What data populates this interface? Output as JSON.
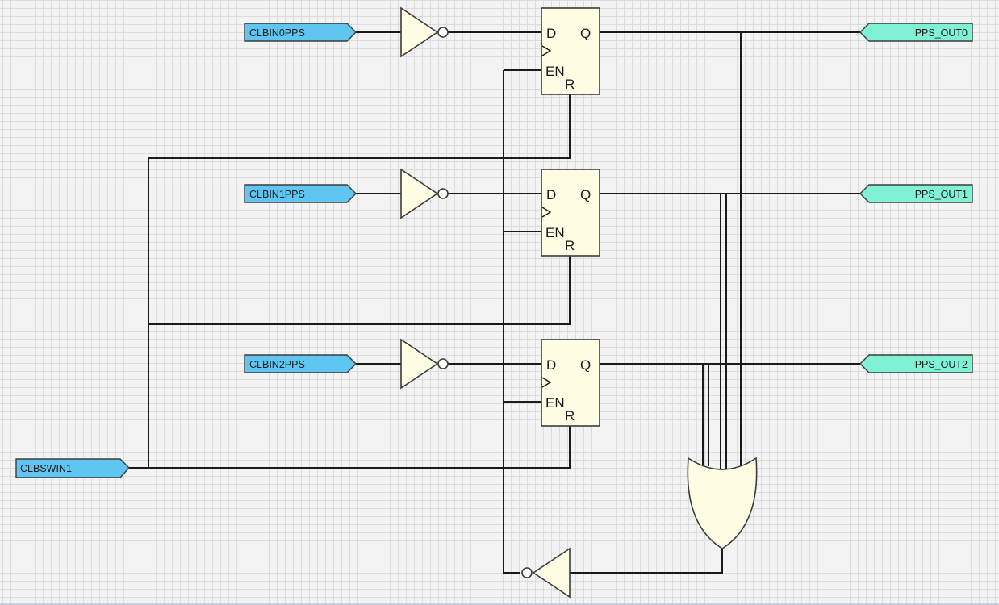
{
  "inputs": {
    "in0": "CLBIN0PPS",
    "in1": "CLBIN1PPS",
    "in2": "CLBIN2PPS",
    "sw": "CLBSWIN1"
  },
  "outputs": {
    "out0": "PPS_OUT0",
    "out1": "PPS_OUT1",
    "out2": "PPS_OUT2"
  },
  "flipflop_pins": {
    "d": "D",
    "q": "Q",
    "en": "EN",
    "r": "R"
  },
  "colors": {
    "input_pin": "#5ec6f0",
    "output_pin": "#7ff2d6",
    "gate_fill": "#fffde3"
  }
}
